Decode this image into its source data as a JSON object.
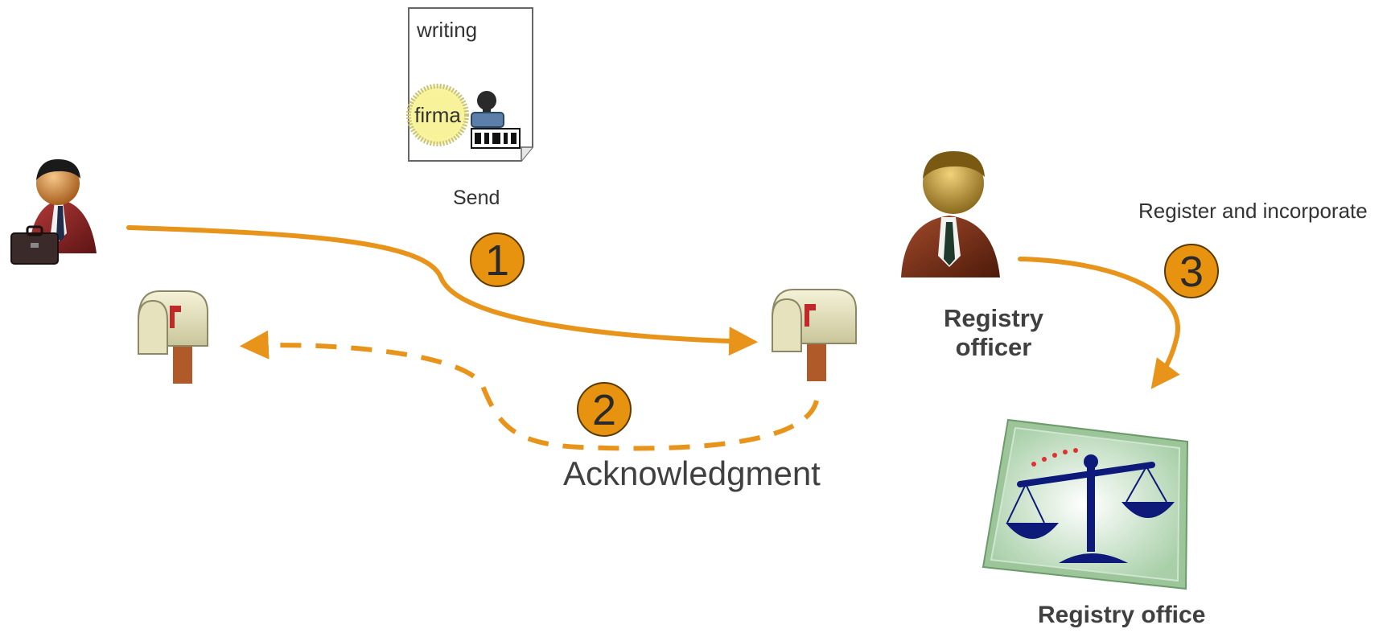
{
  "document": {
    "title": "writing",
    "seal_text": "firma"
  },
  "steps": [
    {
      "number": "1",
      "label": "Send"
    },
    {
      "number": "2",
      "label": "Acknowledgment"
    },
    {
      "number": "3",
      "label": "Register and incorporate"
    }
  ],
  "actors": {
    "sender": {
      "icon": "businessman-with-briefcase-icon"
    },
    "officer": {
      "label": "Registry\nofficer",
      "icon": "registry-officer-icon"
    },
    "office": {
      "label": "Registry office",
      "icon": "justice-scales-icon"
    }
  },
  "colors": {
    "accent": "#E8941A",
    "badge": "#E89310",
    "badge_stroke": "#5a3a00",
    "text": "#333333"
  }
}
